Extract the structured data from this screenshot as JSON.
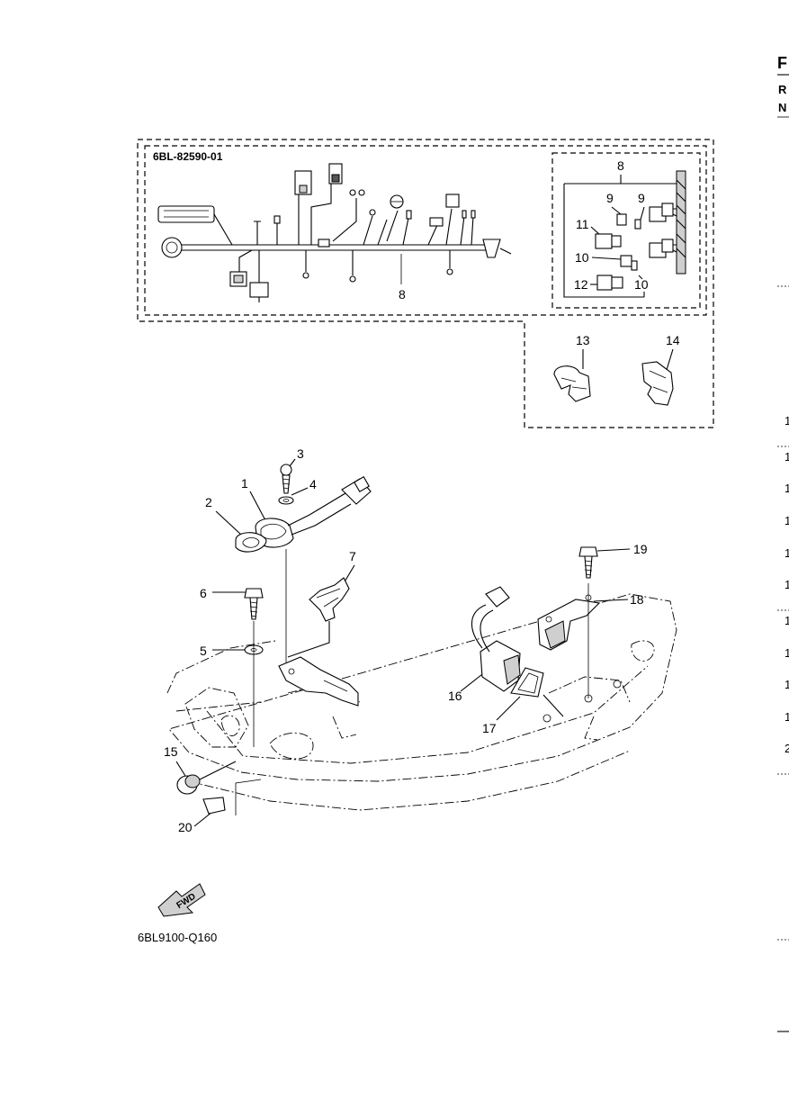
{
  "diagram_code": "6BL9100-Q160",
  "harness_code": "6BL-82590-01",
  "fwd_label": "FWD",
  "callouts": {
    "c1": "1",
    "c2": "2",
    "c3": "3",
    "c4": "4",
    "c5": "5",
    "c6": "6",
    "c7": "7",
    "c8a": "8",
    "c8b": "8",
    "c9a": "9",
    "c9b": "9",
    "c10a": "10",
    "c10b": "10",
    "c11": "11",
    "c12": "12",
    "c13": "13",
    "c14": "14",
    "c15": "15",
    "c16": "16",
    "c17": "17",
    "c18": "18",
    "c19": "19",
    "c20": "20"
  },
  "right_edge": {
    "letters": [
      "F",
      "R",
      "N"
    ],
    "numbers": [
      "1",
      "1",
      "1",
      "1",
      "1",
      "1",
      "1",
      "1",
      "1",
      "1",
      "2"
    ]
  }
}
